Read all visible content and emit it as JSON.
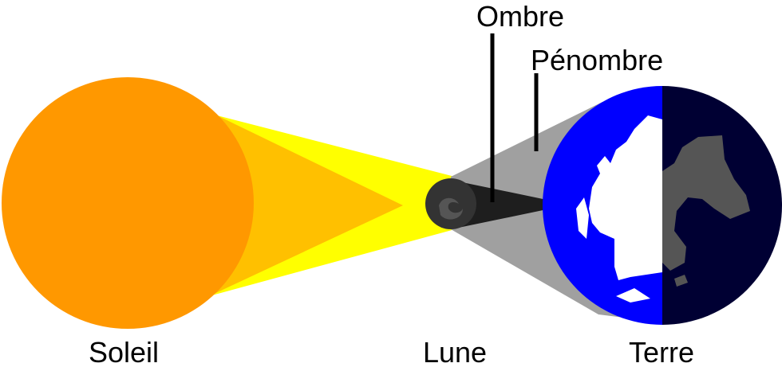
{
  "labels": {
    "sun": "Soleil",
    "moon": "Lune",
    "earth": "Terre",
    "umbra": "Ombre",
    "penumbra": "Pénombre"
  },
  "colors": {
    "sun": "#ff9800",
    "sun_rays_outer": "#ffff00",
    "sun_rays_inner": "#ffc000",
    "penumbra": "#a0a0a0",
    "umbra": "#1e1e1e",
    "moon": "#333333",
    "earth_ocean_day": "#0000ff",
    "earth_ocean_night": "#000033",
    "earth_land_day": "#ffffff",
    "earth_land_night": "#555555",
    "text": "#000000"
  }
}
